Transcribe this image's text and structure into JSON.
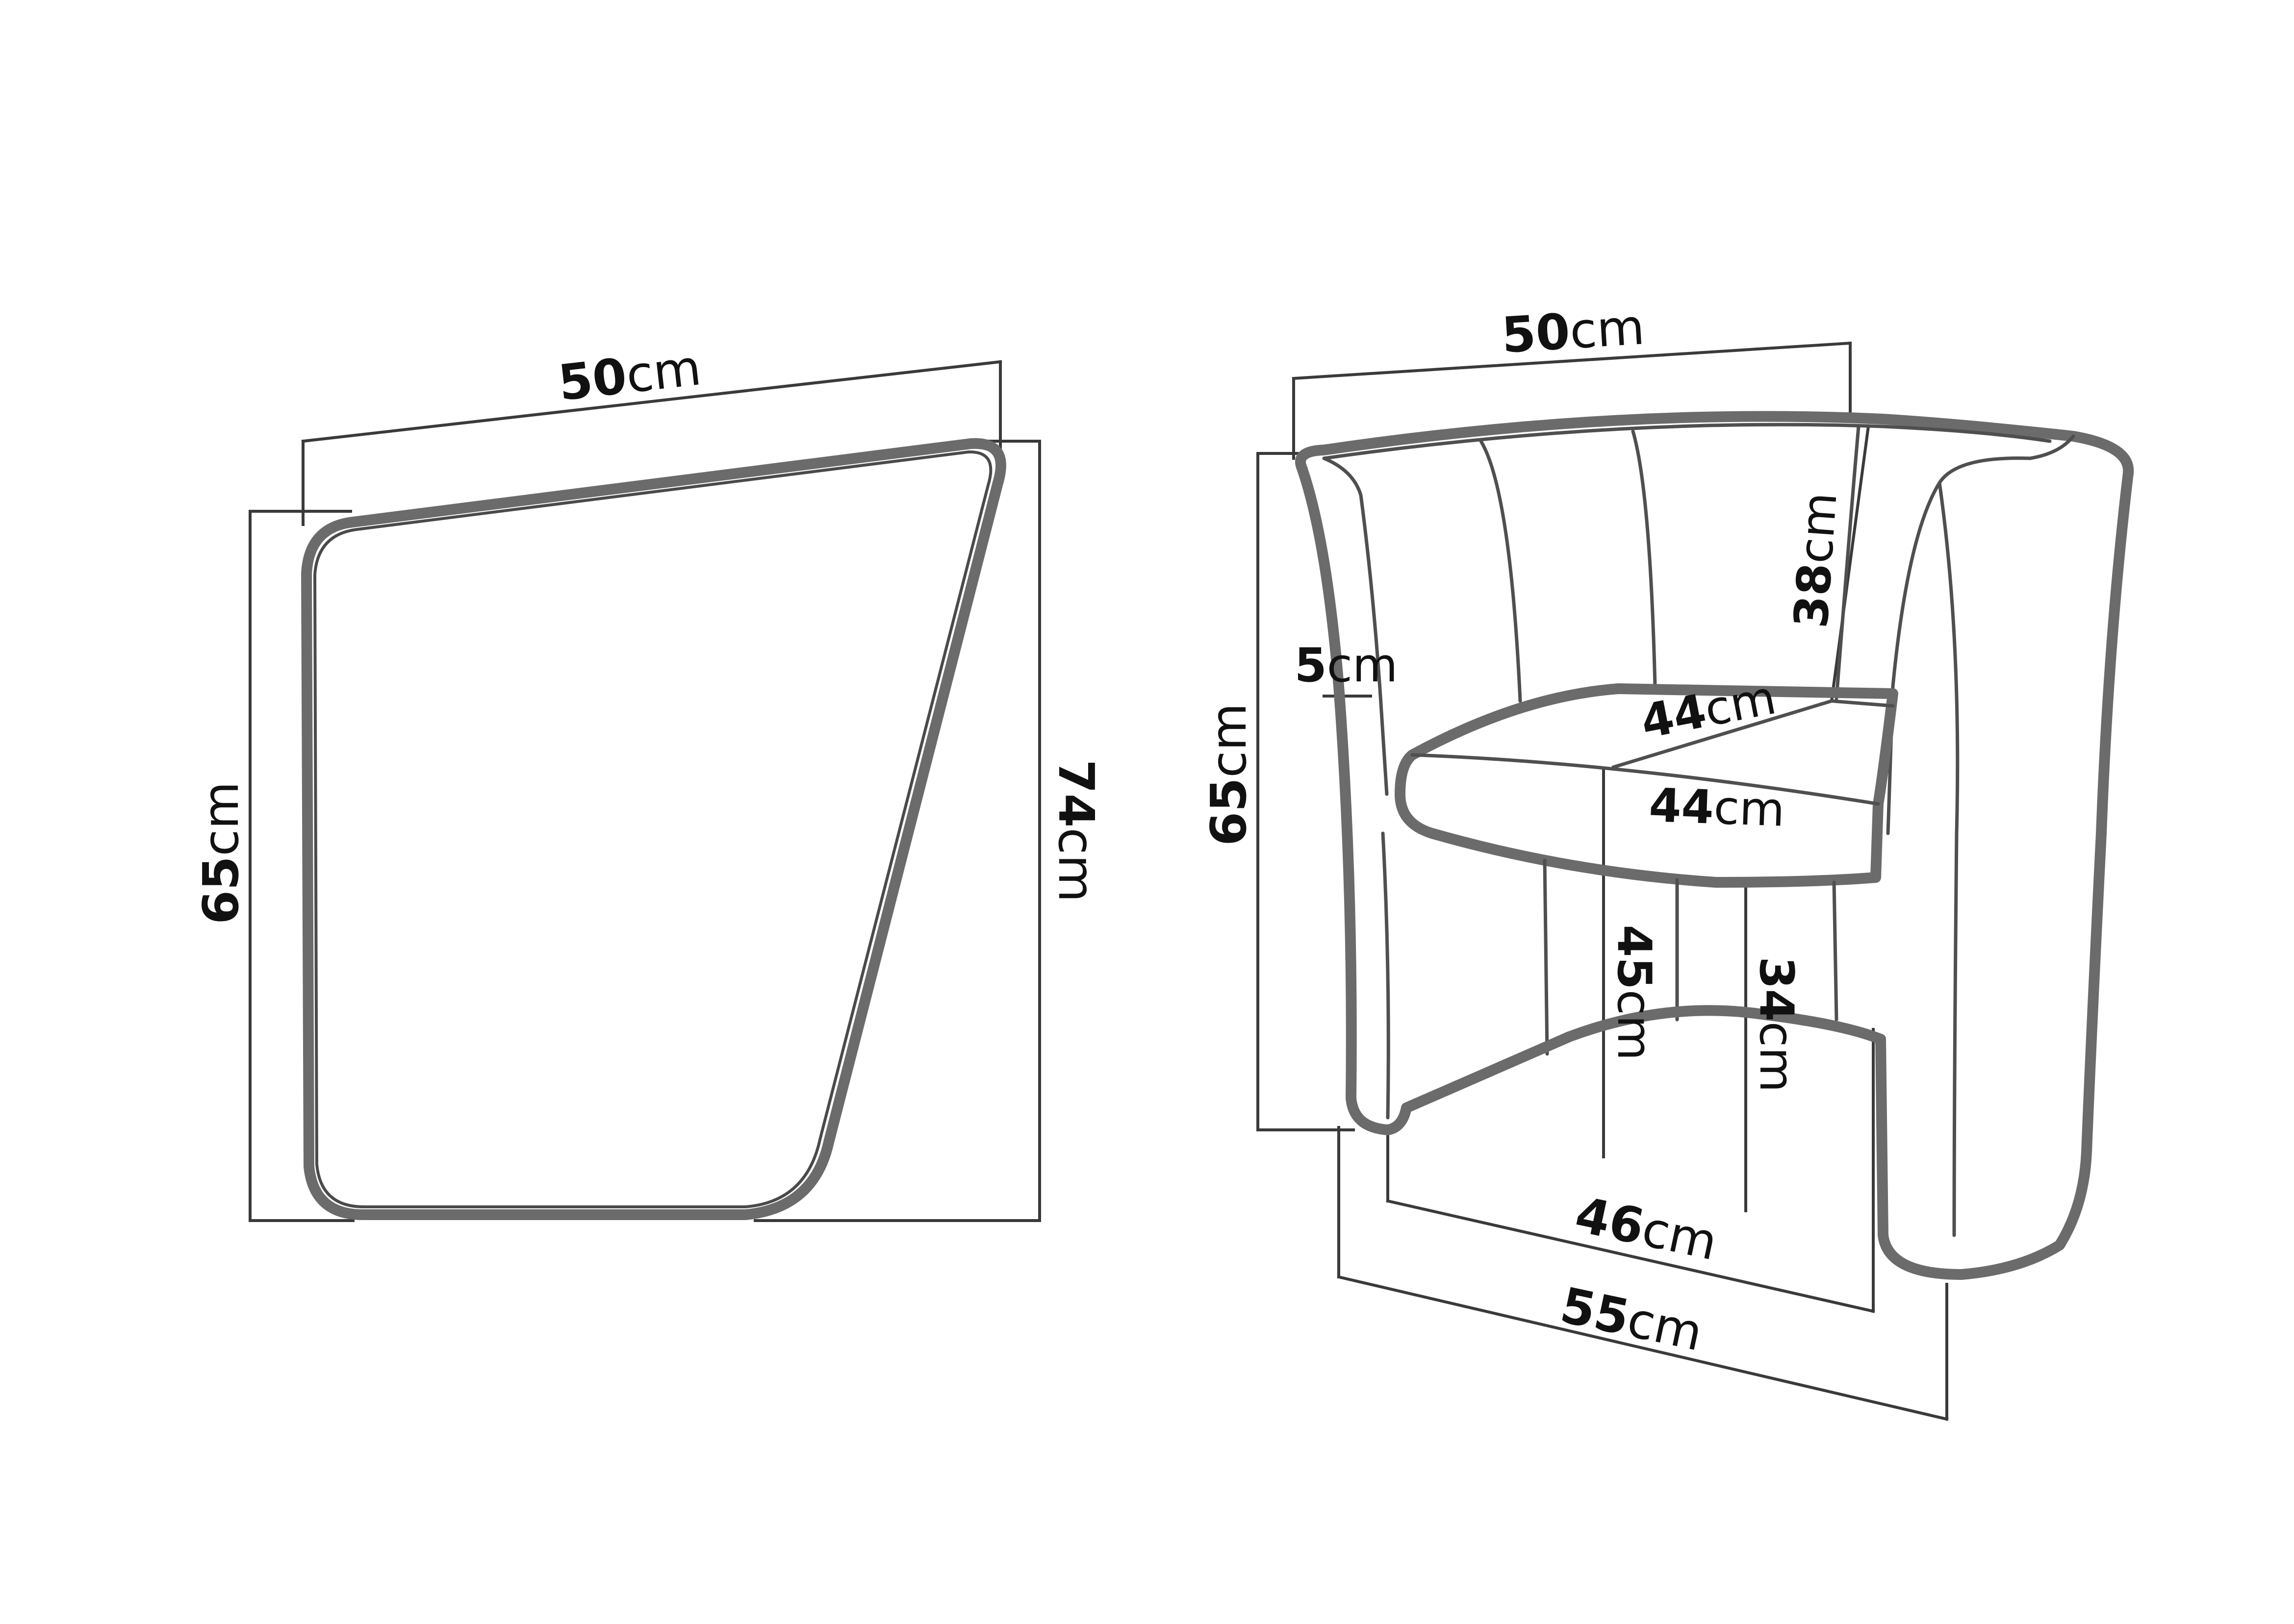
{
  "side_view": {
    "width": {
      "value": "50",
      "unit": "cm"
    },
    "back_height": {
      "value": "74",
      "unit": "cm"
    },
    "front_height": {
      "value": "65",
      "unit": "cm"
    }
  },
  "front_view": {
    "width": {
      "value": "50",
      "unit": "cm"
    },
    "height": {
      "value": "65",
      "unit": "cm"
    },
    "backrest_height": {
      "value": "38",
      "unit": "cm"
    },
    "armrest_thickness": {
      "value": "5",
      "unit": "cm"
    },
    "seat_depth": {
      "value": "44",
      "unit": "cm"
    },
    "seat_width": {
      "value": "44",
      "unit": "cm"
    },
    "seat_height_front": {
      "value": "45",
      "unit": "cm"
    },
    "seat_height_rear": {
      "value": "34",
      "unit": "cm"
    },
    "inner_base_width": {
      "value": "46",
      "unit": "cm"
    },
    "depth": {
      "value": "55",
      "unit": "cm"
    }
  },
  "colors": {
    "outline": "#6b6b6b",
    "dimension_line": "#3a3a3a",
    "text": "#111111"
  }
}
